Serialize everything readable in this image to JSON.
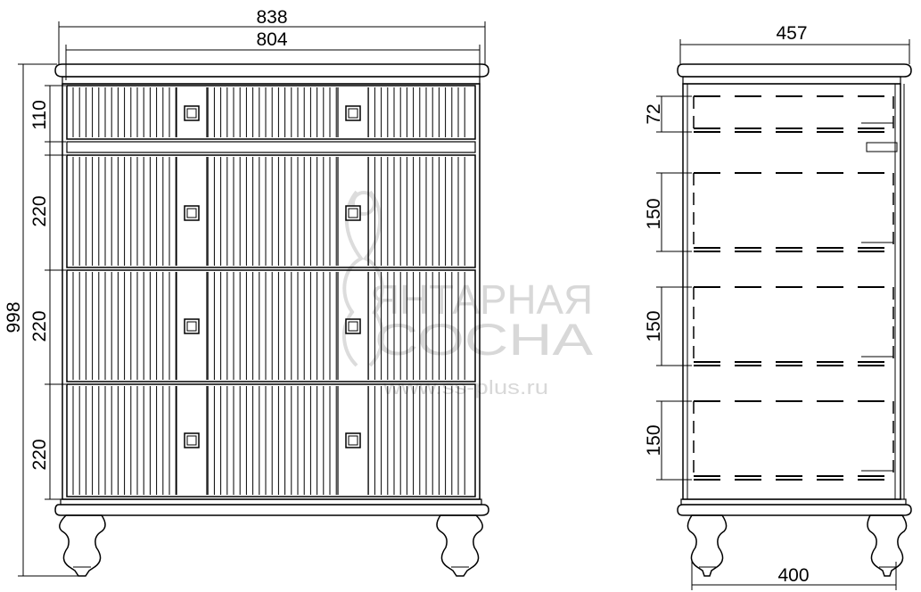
{
  "front_view": {
    "dimensions": {
      "overall_width": "838",
      "body_width": "804",
      "overall_height": "998",
      "drawer_1_height": "110",
      "drawer_2_height": "220",
      "drawer_3_height": "220",
      "drawer_4_height": "220"
    }
  },
  "side_view": {
    "dimensions": {
      "overall_depth": "457",
      "base_depth": "400",
      "drawer_1_inner_height": "72",
      "drawer_2_inner_height": "150",
      "drawer_3_inner_height": "150",
      "drawer_4_inner_height": "150"
    }
  },
  "watermark": {
    "line_1": "ЯНТАРНАЯ",
    "line_2": "СОСНА",
    "url": "www.ss-plus.ru"
  }
}
